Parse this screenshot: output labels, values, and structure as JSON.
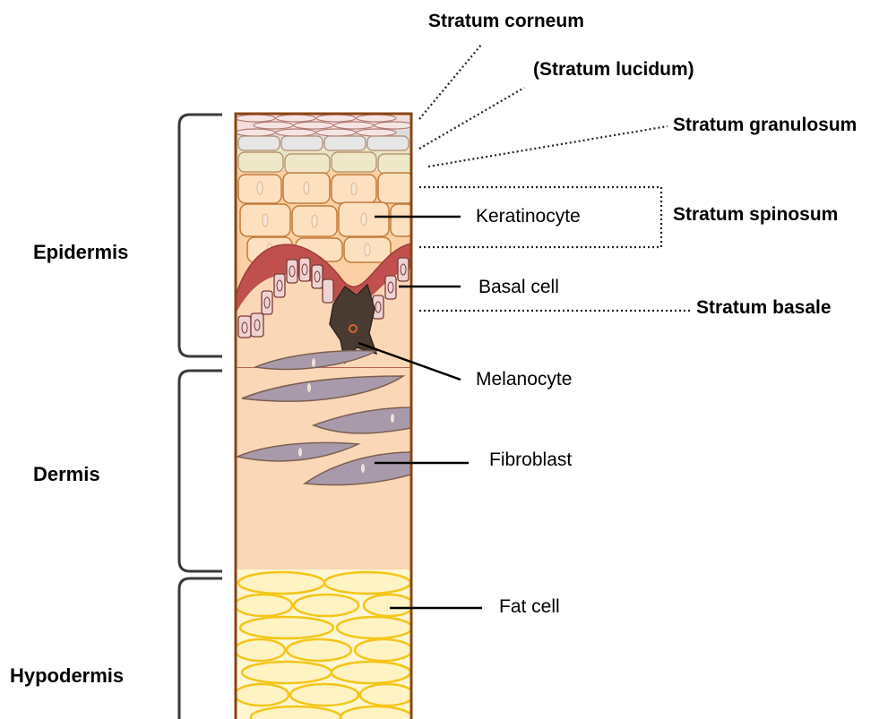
{
  "layers": {
    "stratum_corneum": "Stratum corneum",
    "stratum_lucidum": "(Stratum lucidum)",
    "stratum_granulosum": "Stratum granulosum",
    "stratum_spinosum": "Stratum spinosum",
    "stratum_basale": "Stratum basale"
  },
  "cells": {
    "keratinocyte": "Keratinocyte",
    "basal_cell": "Basal cell",
    "melanocyte": "Melanocyte",
    "fibroblast": "Fibroblast",
    "fat_cell": "Fat cell"
  },
  "regions": {
    "epidermis": "Epidermis",
    "dermis": "Dermis",
    "hypodermis": "Hypodermis"
  },
  "colors": {
    "outline": "#8b4513",
    "corneum": "#f3dede",
    "granulosum": "#e8e3c6",
    "spinosum": "#fcd7b0",
    "basale_band": "#c0504d",
    "basal_cell": "#efd3d3",
    "melanocyte": "#4a3b32",
    "dermis": "#fad7b6",
    "fibroblast": "#a99aab",
    "fat": "#fff3c4",
    "fat_outline": "#f5c518",
    "bracket": "#3a3a3a"
  }
}
